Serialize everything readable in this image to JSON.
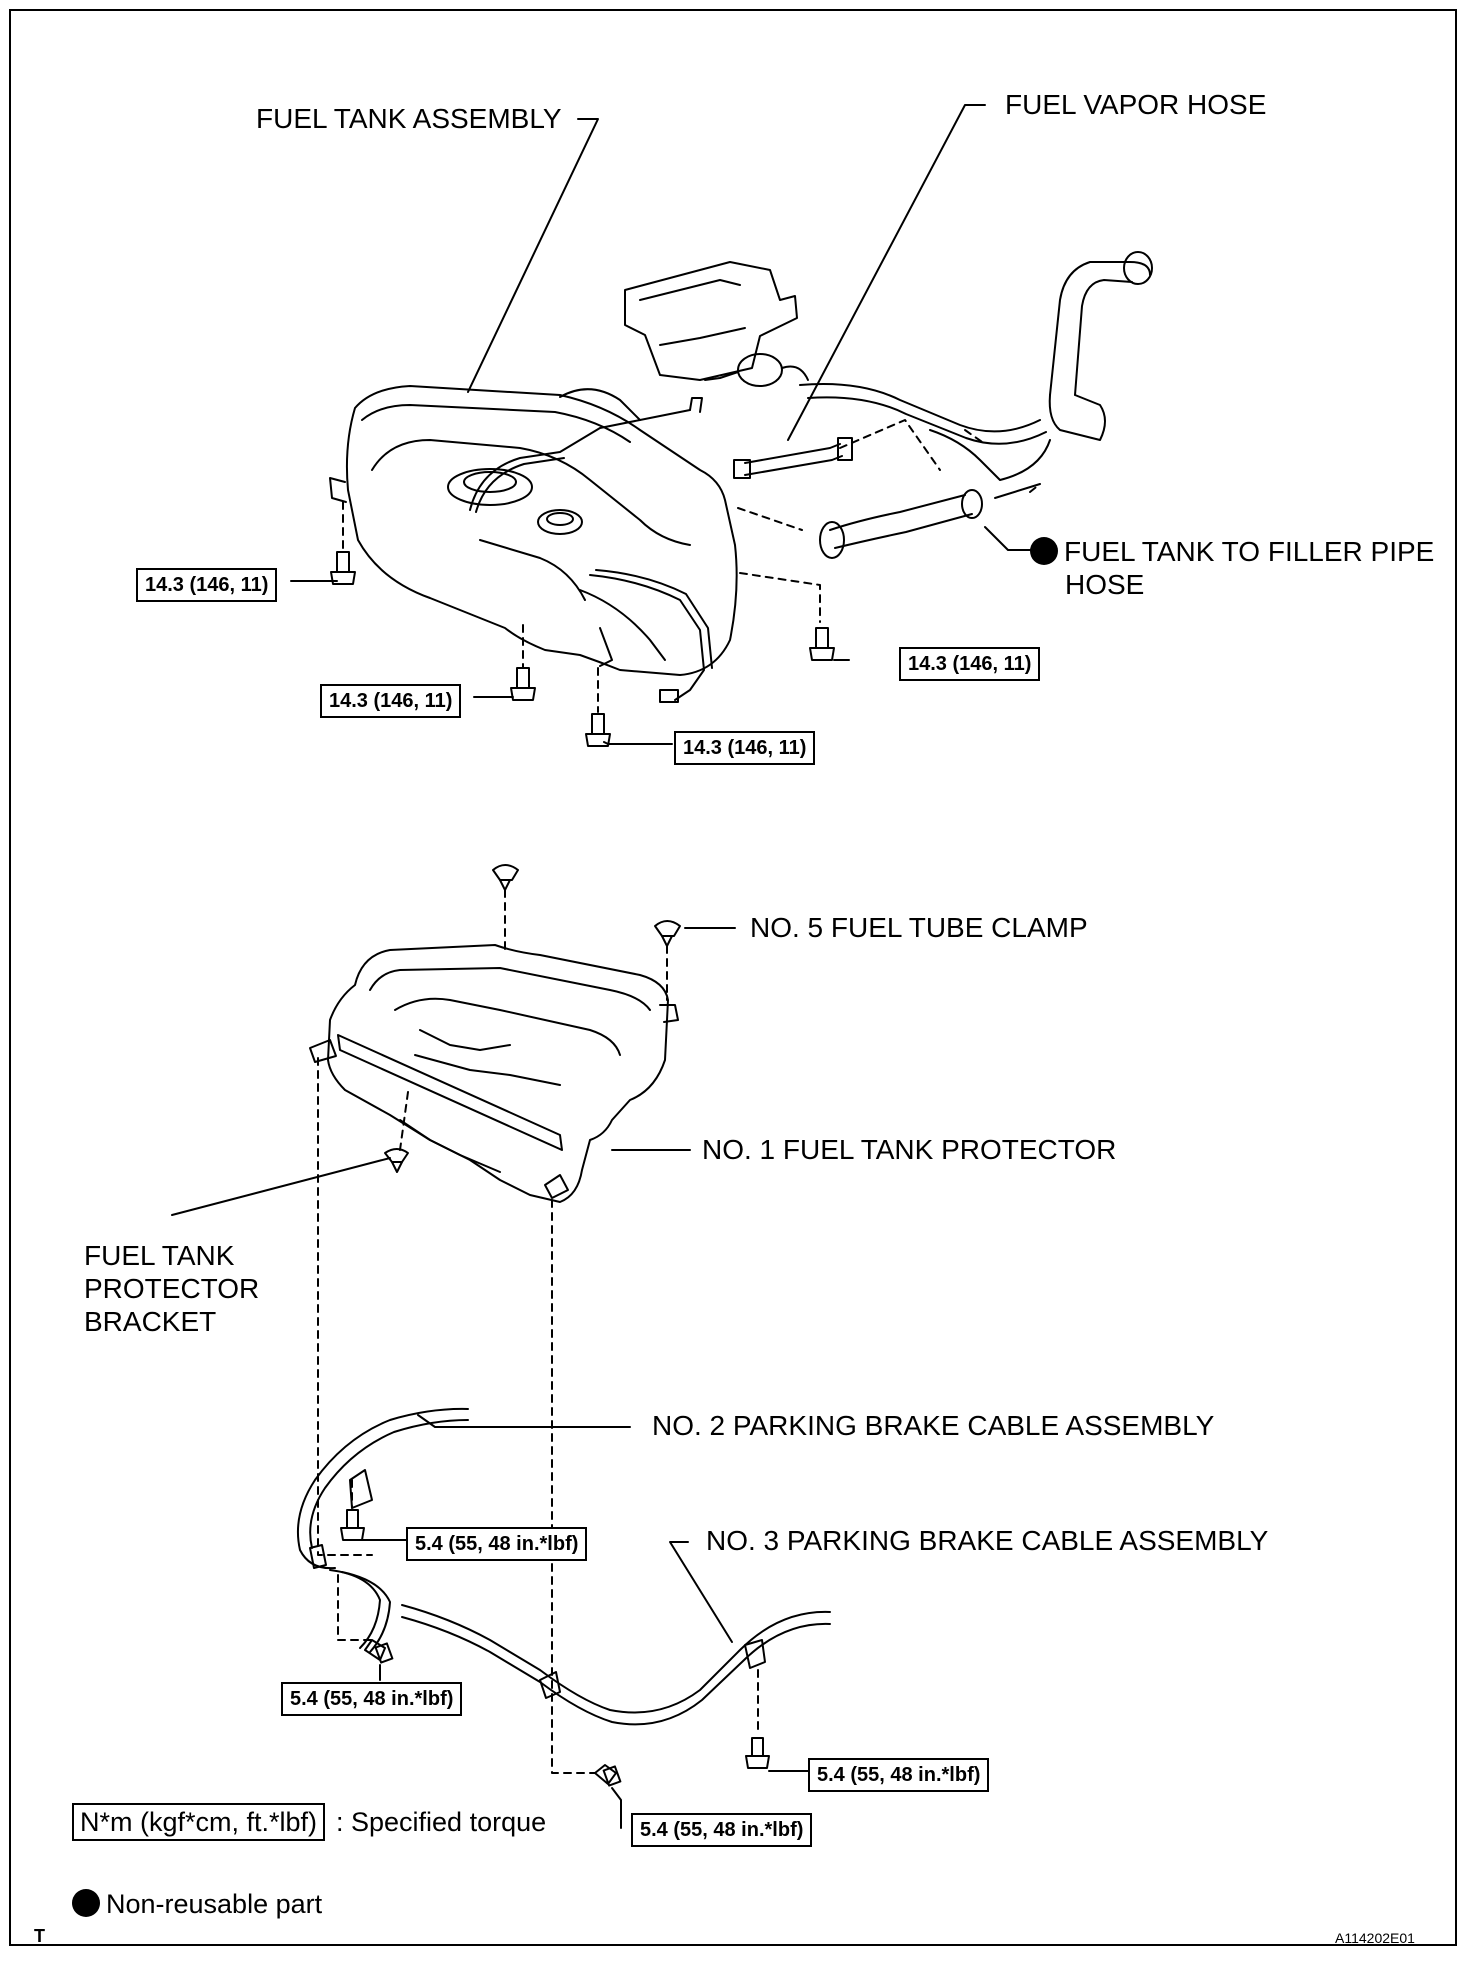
{
  "labels": {
    "fuel_tank_assembly": "FUEL TANK ASSEMBLY",
    "fuel_vapor_hose": "FUEL VAPOR HOSE",
    "filler_pipe_hose_line1": "FUEL TANK TO FILLER PIPE",
    "filler_pipe_hose_line2": "HOSE",
    "no5_fuel_tube_clamp": "NO. 5 FUEL TUBE CLAMP",
    "no1_fuel_tank_protector": "NO. 1 FUEL TANK PROTECTOR",
    "protector_bracket_line1": "FUEL TANK",
    "protector_bracket_line2": "PROTECTOR",
    "protector_bracket_line3": "BRACKET",
    "no2_parking_brake_cable": "NO. 2 PARKING BRAKE CABLE ASSEMBLY",
    "no3_parking_brake_cable": "NO. 3 PARKING BRAKE CABLE ASSEMBLY"
  },
  "torques": {
    "tank_left": "14.3 (146, 11)",
    "tank_right": "14.3 (146, 11)",
    "tank_bottom_left": "14.3 (146, 11)",
    "tank_bottom_center": "14.3 (146, 11)",
    "cable_upper": "5.4 (55, 48 in.*lbf)",
    "cable_left": "5.4 (55, 48 in.*lbf)",
    "cable_right": "5.4 (55, 48 in.*lbf)",
    "cable_bottom": "5.4 (55, 48 in.*lbf)"
  },
  "legend": {
    "torque_unit": "N*m (kgf*cm, ft.*lbf)",
    "torque_text": ": Specified torque",
    "non_reusable_text": "Non-reusable part"
  },
  "footer": {
    "corner_mark": "T",
    "figure_id": "A114202E01"
  }
}
